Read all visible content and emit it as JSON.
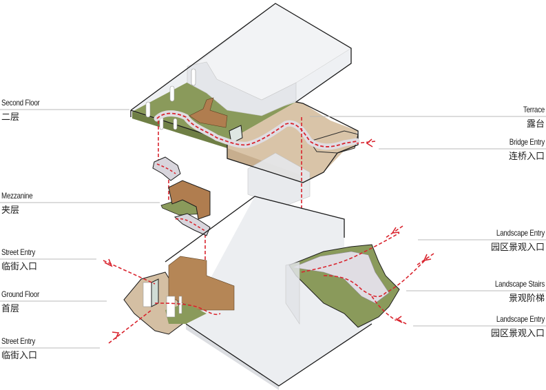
{
  "diagram": {
    "title": "Exploded axonometric circulation diagram",
    "colors": {
      "path_red": "#d9232d",
      "lawn_green": "#8a9a5b",
      "paving_tan": "#d9c4a8",
      "wood_brown": "#b07d4f",
      "volume_gray": "#e8e9ec",
      "outline": "#1a1a1a",
      "leader_gray": "#b8b8b8"
    },
    "levels": [
      "Second Floor",
      "Mezzanine",
      "Ground Floor"
    ]
  },
  "labels_left": [
    {
      "en": "Second Floor",
      "zh": "二层"
    },
    {
      "en": "Mezzanine",
      "zh": "夹层"
    },
    {
      "en": "Street Entry",
      "zh": "临街入口"
    },
    {
      "en": "Ground Floor",
      "zh": "首层"
    },
    {
      "en": "Street Entry",
      "zh": "临街入口"
    }
  ],
  "labels_right": [
    {
      "en": "Terrace",
      "zh": "露台"
    },
    {
      "en": "Bridge Entry",
      "zh": "连桥入口"
    },
    {
      "en": "Landscape Entry",
      "zh": "园区景观入口"
    },
    {
      "en": "Landscape Stairs",
      "zh": "景观阶梯"
    },
    {
      "en": "Landscape Entry",
      "zh": "园区景观入口"
    }
  ]
}
